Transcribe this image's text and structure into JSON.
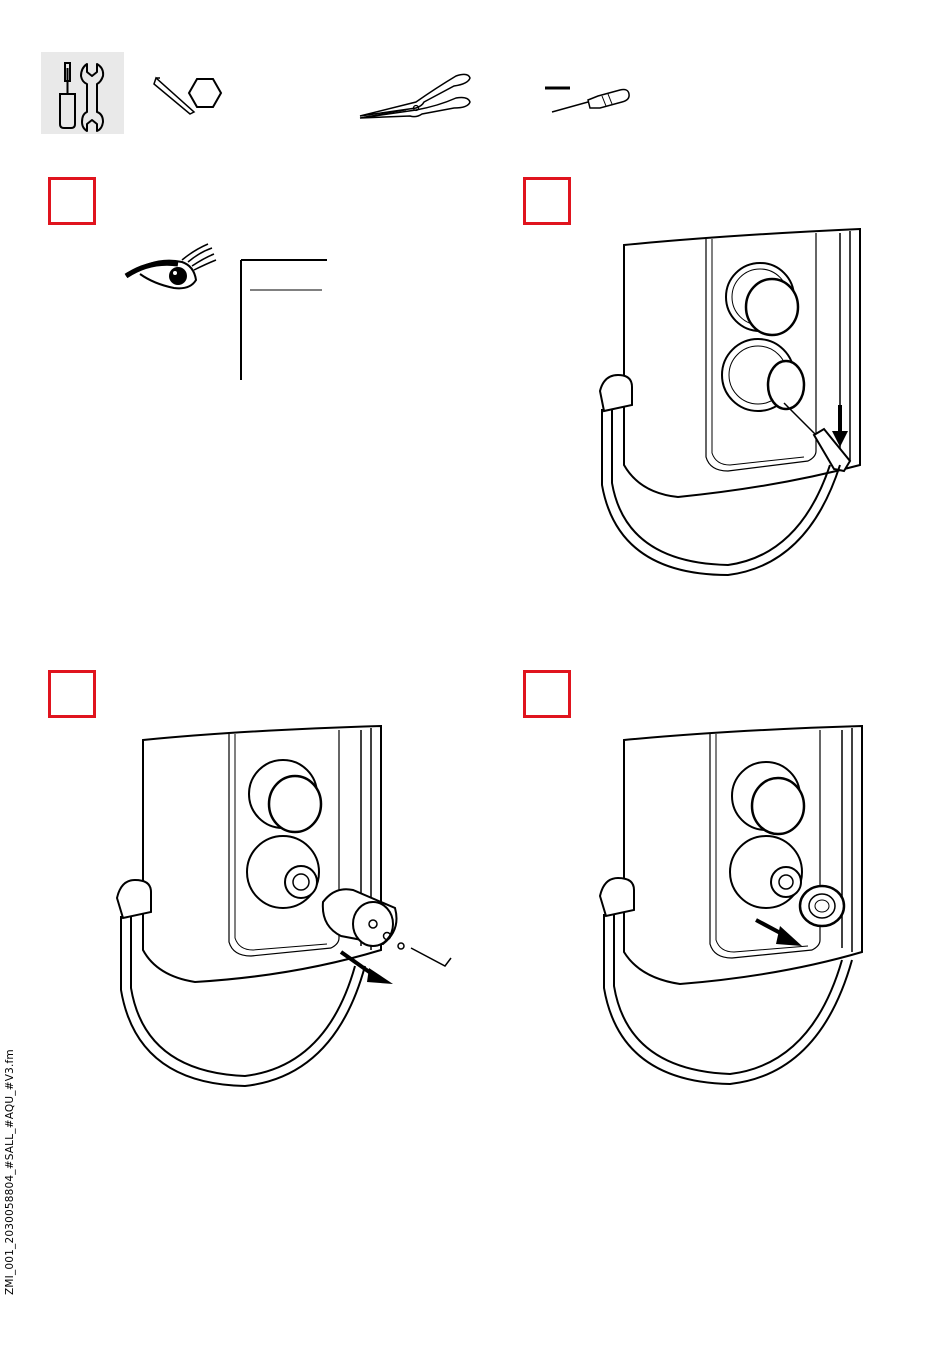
{
  "document": {
    "file_code": "ZMI_001_2030058804_#SALL_#AQU_#V3.fm"
  },
  "tools": [
    {
      "name": "tools-icon"
    },
    {
      "name": "hex-key-icon"
    },
    {
      "name": "pliers-icon"
    },
    {
      "name": "flat-screwdriver-icon"
    }
  ],
  "steps": [
    {
      "id": 1,
      "scene": "inspect-eye"
    },
    {
      "id": 2,
      "scene": "pry-knob-with-screwdriver"
    },
    {
      "id": 3,
      "scene": "remove-knob-sleeve-with-hex-key"
    },
    {
      "id": 4,
      "scene": "remove-rosette-ring"
    }
  ],
  "colors": {
    "step_marker": "#e0141e",
    "tool_tile": "#e9e9e9",
    "line": "#000000"
  }
}
